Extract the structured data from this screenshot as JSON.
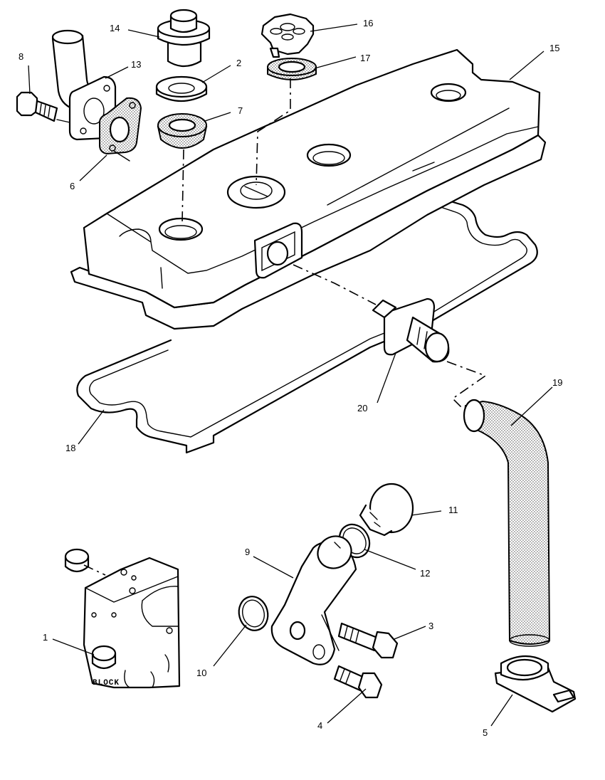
{
  "callouts": {
    "c1": "1",
    "c2": "2",
    "c3": "3",
    "c4": "4",
    "c5": "5",
    "c6": "6",
    "c7": "7",
    "c8": "8",
    "c9": "9",
    "c10": "10",
    "c11": "11",
    "c12": "12",
    "c13": "13",
    "c14": "14",
    "c15": "15",
    "c16": "16",
    "c17": "17",
    "c18": "18",
    "c19": "19",
    "c20": "20"
  },
  "block_label": "BLOCK"
}
